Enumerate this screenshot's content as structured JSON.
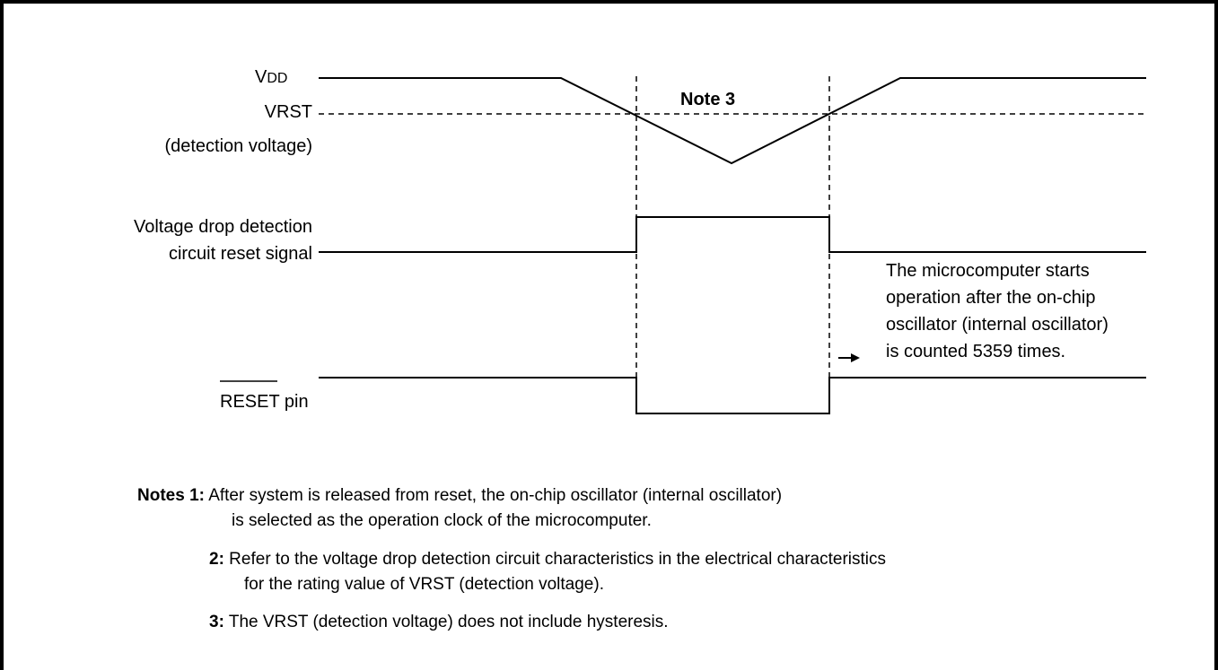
{
  "signals": {
    "vdd": "VDD",
    "vrst_line1": "VRST",
    "vrst_line2": "(detection voltage)",
    "vdrop_line1": "Voltage drop detection",
    "vdrop_line2": "circuit reset signal",
    "reset_bar": "RESET",
    "reset_suffix": " pin"
  },
  "note3_label": "Note 3",
  "annotation": [
    "The microcomputer starts",
    "operation after the on-chip",
    "oscillator  (internal oscillator)",
    "is counted 5359 times."
  ],
  "notes": [
    {
      "num": "Notes 1:",
      "text": " After system is released from reset, the on-chip oscillator (internal oscillator)",
      "cont": "is selected as the operation clock of the microcomputer."
    },
    {
      "num": "2:",
      "text": " Refer to the voltage drop detection circuit characteristics in the electrical characteristics",
      "cont": "for the rating value of VRST (detection voltage)."
    },
    {
      "num": "3:",
      "text": " The VRST (detection voltage) does not include hysteresis.",
      "cont": ""
    }
  ]
}
